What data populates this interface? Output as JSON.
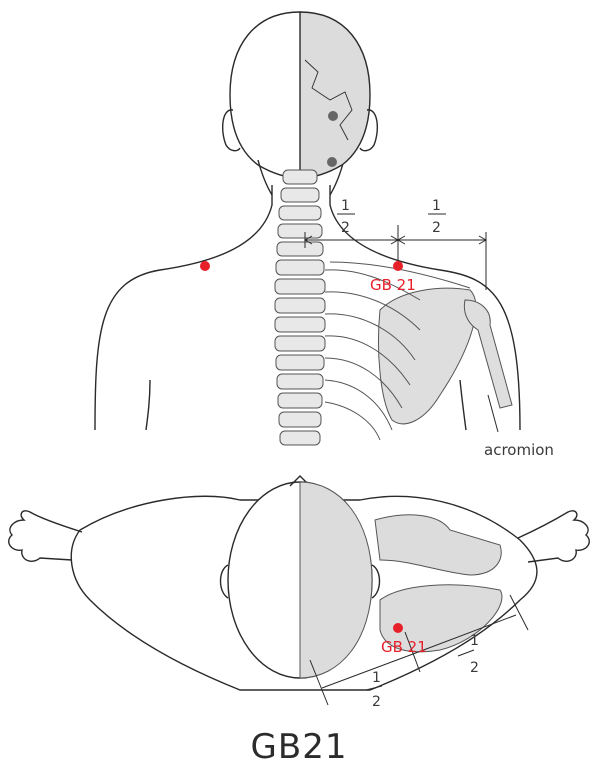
{
  "title": "GB21",
  "labels": {
    "point_top": "GB 21",
    "point_bottom": "GB 21",
    "acromion": "acromion"
  },
  "fractions": {
    "top_left": {
      "num": "1",
      "den": "2"
    },
    "top_right": {
      "num": "1",
      "den": "2"
    },
    "bottom_right": {
      "num": "1",
      "den": "2"
    },
    "bottom_left": {
      "num": "1",
      "den": "2"
    }
  },
  "colors": {
    "point": "#e8202a",
    "skeleton_fill": "#d9d9d9",
    "outline": "#2a2a2a"
  }
}
